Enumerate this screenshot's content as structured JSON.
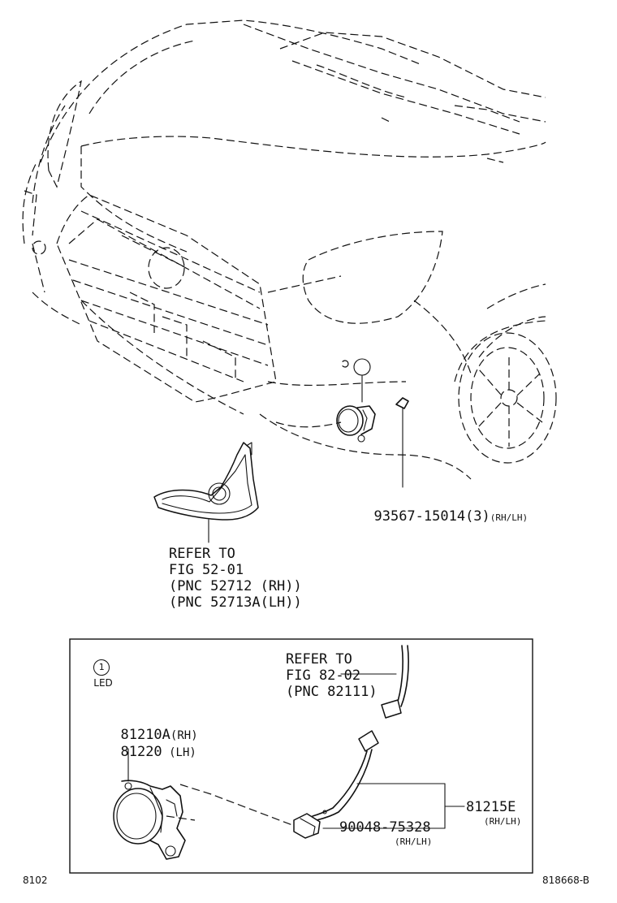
{
  "callout_symbol": "1",
  "upper": {
    "refer_fig52": {
      "line1": "REFER TO",
      "line2": "FIG 52-01",
      "line3": "(PNC 52712 (RH))",
      "line4": "(PNC 52713A(LH))"
    },
    "part_93567": {
      "number": "93567-15014(3)",
      "side": "(RH/LH)"
    }
  },
  "inset": {
    "title": "LED",
    "refer_fig82": {
      "line1": "REFER TO",
      "line2": "FIG 82-02",
      "line3": "(PNC 82111)"
    },
    "part_81210A": {
      "number": "81210A",
      "side": "(RH)"
    },
    "part_81220": {
      "number": "81220",
      "side": "(LH)"
    },
    "part_81215E": {
      "number": "81215E",
      "side": "(RH/LH)"
    },
    "part_90048": {
      "number": "90048-75328",
      "side": "(RH/LH)"
    }
  },
  "footer": {
    "figure_code": "8102",
    "illustration_id": "818668-B"
  }
}
